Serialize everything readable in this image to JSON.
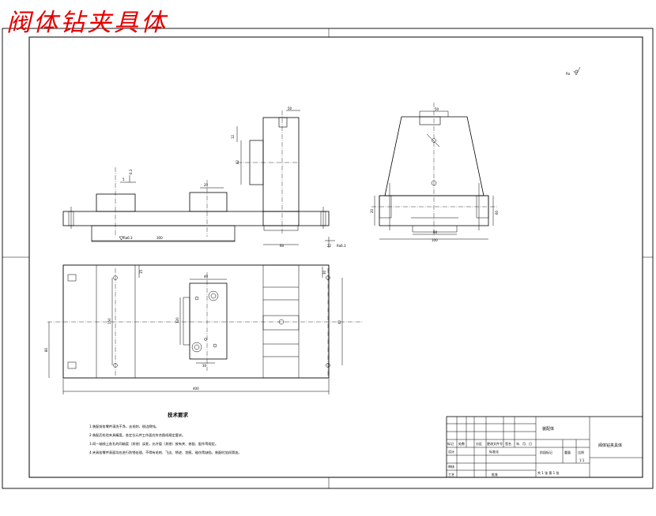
{
  "overlay_title": "阀体钻夹具体",
  "roughness_mark": "Ra",
  "front_view": {
    "dims": [
      "50",
      "82",
      "12",
      "5",
      "6.3",
      "20",
      "300",
      "60",
      "22",
      "Ra6.3",
      "Ra6.3"
    ]
  },
  "side_view": {
    "dims": [
      "50",
      "20",
      "80",
      "60",
      "100"
    ]
  },
  "plan_view": {
    "dims": [
      "15",
      "40",
      "120",
      "30",
      "150",
      "30",
      "80",
      "40",
      "400"
    ]
  },
  "tech_req": {
    "title": "技术要求",
    "items": [
      "1.装配前各零件清洗干净，去毛刺，锐边倒钝。",
      "2.装配后检验夹具精度，各定位元件工作面应符合图纸规定要求。",
      "3.同一轴线上各孔的同轴度（其他）误差，允许值（其他）按有关、修配、配作等规定。",
      "4.夹具各零件表面均应进行防锈处理，不得有毛刺、飞边、锈迹、划痕、碰伤等缺陷，装配时加润滑油。"
    ]
  },
  "title_block": {
    "drawing_name": "装配体",
    "product_name": "阀体钻夹具体",
    "headers": [
      "标记",
      "处数",
      "分区",
      "更改文件号",
      "签名",
      "年、月、日"
    ],
    "design": "设计",
    "standardize": "标准化",
    "review": "审核",
    "process": "工艺",
    "approve": "批准",
    "stage_mark": "阶段标记",
    "weight": "重量",
    "scale": "比例",
    "scale_value": "1:1",
    "sheet_info": "共  1  张    第  1  张"
  }
}
